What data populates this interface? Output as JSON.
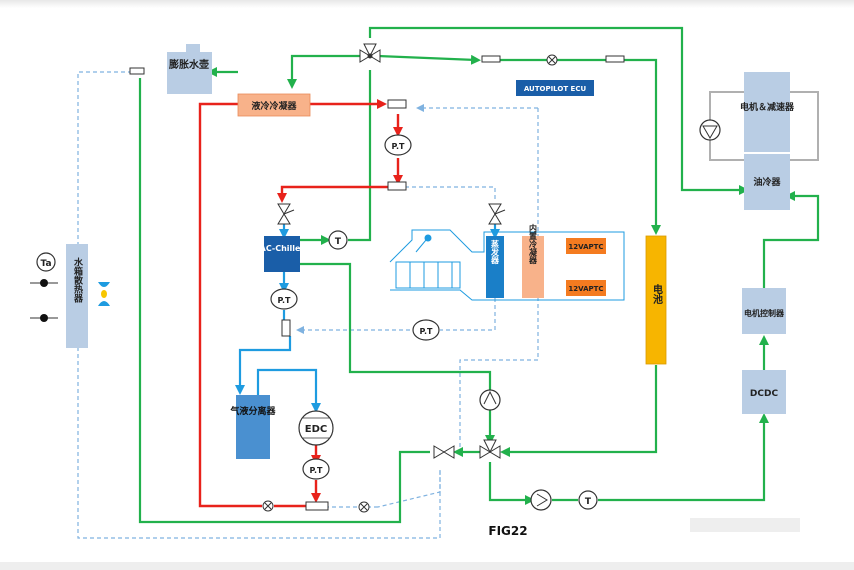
{
  "figure_label": "FIG22",
  "components": {
    "expansion_tank": "膨胀水壶",
    "liquid_cooled_condenser": "液冷冷凝器",
    "autopilot_ecu": "AUTOPILOT ECU",
    "motor_reducer": "电机＆减速器",
    "oil_cooler": "油冷器",
    "battery": "电池",
    "motor_controller": "电机控制器",
    "dcdc": "DCDC",
    "radiator": "水箱散热器",
    "ambient_sensor": "Ta",
    "ac_chiller": "AC-Chiller",
    "evaporator": "蒸发器",
    "inner_condenser": "内置冷凝器",
    "ptc_top": "12VAPTC",
    "ptc_bottom": "12VAPTC",
    "gas_liquid_separator": "气液分离器",
    "compressor": "EDC"
  },
  "sensors": {
    "pt": "P.T",
    "t": "T"
  },
  "colors": {
    "coolant": "#22b14c",
    "refrigerant_hot": "#e8221b",
    "refrigerant_cold": "#1e9be0",
    "dashed": "#7fb2e0",
    "component_blue": "#b9cde4",
    "battery": "#f7b500",
    "ptc": "#f47b20",
    "condenser": "#f8b28a",
    "chiller": "#1a5ea8"
  }
}
